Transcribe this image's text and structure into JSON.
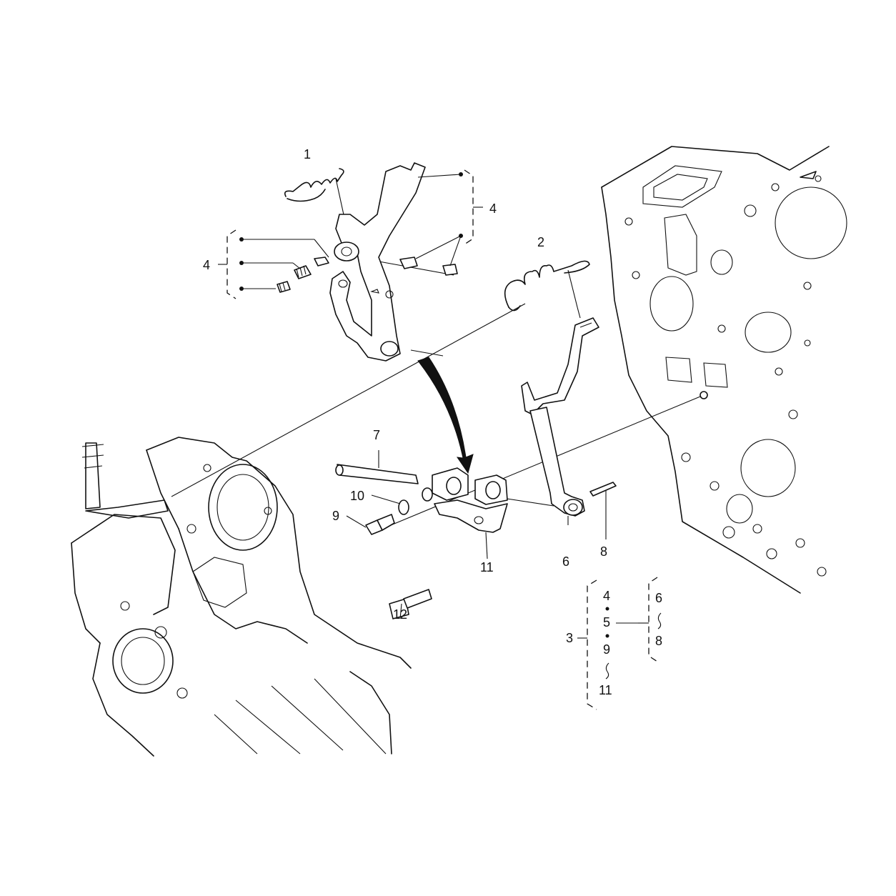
{
  "callouts": {
    "c1": "1",
    "c2": "2",
    "c3": "3",
    "c4_right": "4",
    "c4_left": "4",
    "c6": "6",
    "c7": "7",
    "c8": "8",
    "c9": "9",
    "c10": "10",
    "c11": "11",
    "c12": "12"
  },
  "assembly_key": {
    "left_col": [
      "4",
      "5",
      "9",
      "11"
    ],
    "right_col": [
      "6",
      "8"
    ]
  }
}
